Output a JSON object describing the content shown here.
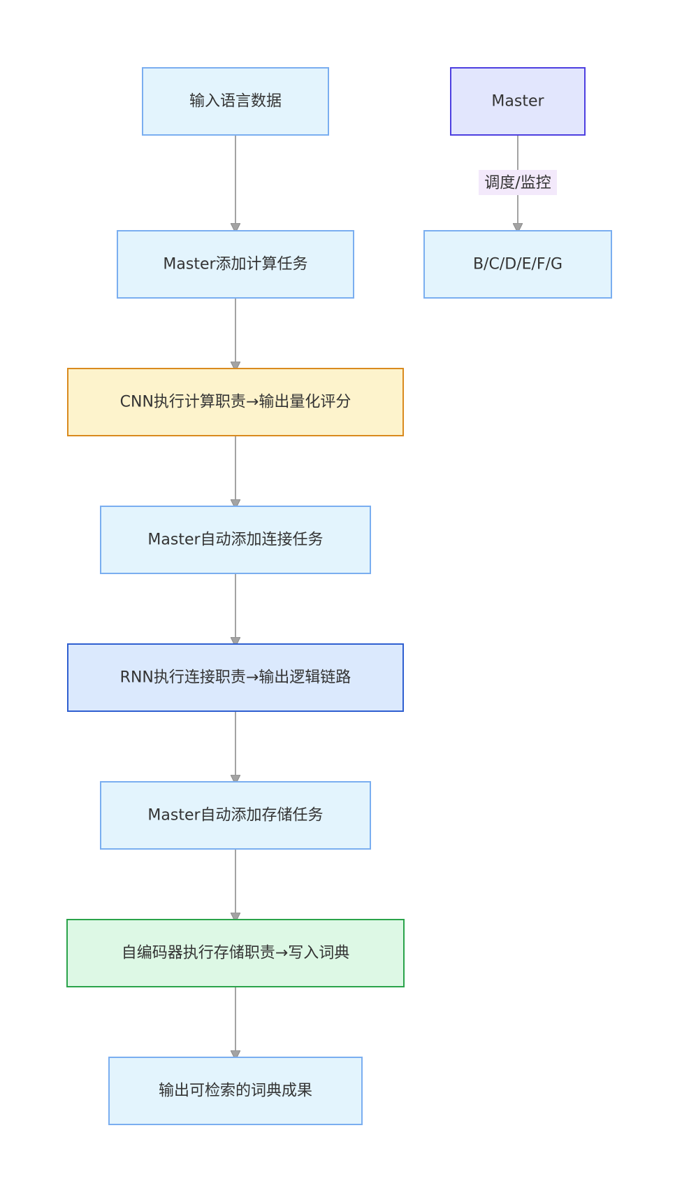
{
  "nodes": {
    "input": {
      "label": "输入语言数据",
      "fill": "#e3f4fd",
      "stroke": "#7aaef0"
    },
    "master": {
      "label": "Master",
      "fill": "#e2e6fd",
      "stroke": "#4d3fe0"
    },
    "add_compute": {
      "label": "Master添加计算任务",
      "fill": "#e3f4fd",
      "stroke": "#7aaef0"
    },
    "workers": {
      "label": "B/C/D/E/F/G",
      "fill": "#e3f4fd",
      "stroke": "#7aaef0"
    },
    "cnn": {
      "label": "CNN执行计算职责→输出量化评分",
      "fill": "#fdf3cc",
      "stroke": "#d98a1e"
    },
    "add_connect": {
      "label": "Master自动添加连接任务",
      "fill": "#e3f4fd",
      "stroke": "#7aaef0"
    },
    "rnn": {
      "label": "RNN执行连接职责→输出逻辑链路",
      "fill": "#dbe9fd",
      "stroke": "#2f5fd0"
    },
    "add_storage": {
      "label": "Master自动添加存储任务",
      "fill": "#e3f4fd",
      "stroke": "#7aaef0"
    },
    "autoencoder": {
      "label": "自编码器执行存储职责→写入词典",
      "fill": "#ddf8e5",
      "stroke": "#2aa34a"
    },
    "output": {
      "label": "输出可检索的词典成果",
      "fill": "#e3f4fd",
      "stroke": "#7aaef0"
    }
  },
  "edges": {
    "dispatch_label": "调度/监控",
    "dispatch_label_bg": "#f3e9fb",
    "line_color": "#a3a3a3"
  }
}
